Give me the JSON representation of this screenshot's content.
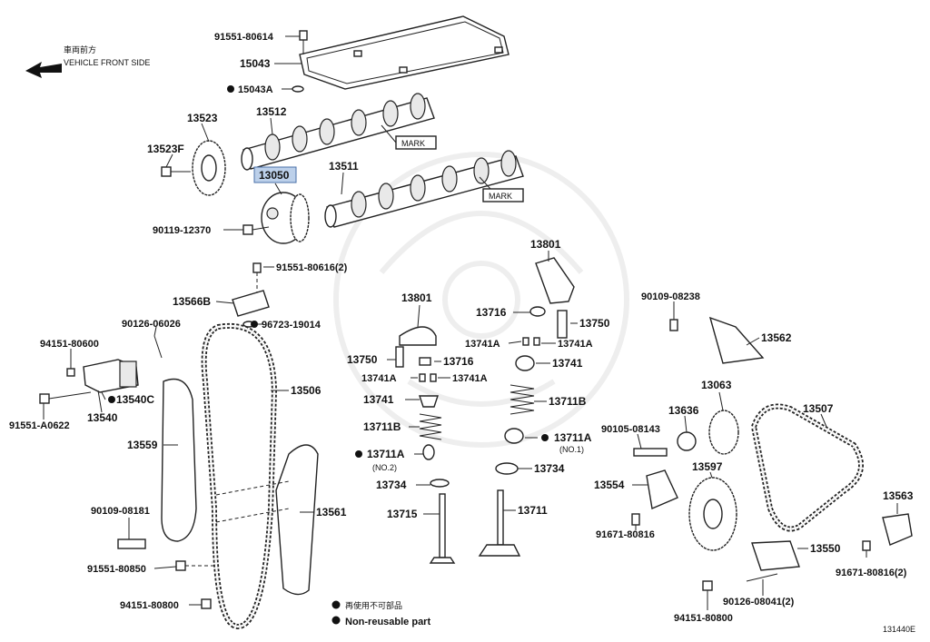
{
  "direction": {
    "label_jp": "車両前方",
    "label_en": "VEHICLE FRONT SIDE"
  },
  "parts": [
    {
      "id": "p91551-80614",
      "label": "91551-80614"
    },
    {
      "id": "p15043",
      "label": "15043"
    },
    {
      "id": "p15043A",
      "label": "15043A",
      "non_reusable": true
    },
    {
      "id": "p13523",
      "label": "13523"
    },
    {
      "id": "p13512",
      "label": "13512"
    },
    {
      "id": "p13523F",
      "label": "13523F"
    },
    {
      "id": "p13050",
      "label": "13050",
      "highlighted": true
    },
    {
      "id": "p13511",
      "label": "13511"
    },
    {
      "id": "p90119-12370",
      "label": "90119-12370"
    },
    {
      "id": "p91551-80616",
      "label": "91551-80616(2)"
    },
    {
      "id": "p13566B",
      "label": "13566B"
    },
    {
      "id": "p96723-19014",
      "label": "96723-19014",
      "non_reusable": true
    },
    {
      "id": "p90126-06026",
      "label": "90126-06026"
    },
    {
      "id": "p94151-80600",
      "label": "94151-80600"
    },
    {
      "id": "p13540C",
      "label": "13540C",
      "non_reusable": true
    },
    {
      "id": "p91551-A0622",
      "label": "91551-A0622"
    },
    {
      "id": "p13540",
      "label": "13540"
    },
    {
      "id": "p13506",
      "label": "13506"
    },
    {
      "id": "p13559",
      "label": "13559"
    },
    {
      "id": "p90109-08181",
      "label": "90109-08181"
    },
    {
      "id": "p13561",
      "label": "13561"
    },
    {
      "id": "p91551-80850",
      "label": "91551-80850"
    },
    {
      "id": "p94151-80800a",
      "label": "94151-80800"
    },
    {
      "id": "p13801a",
      "label": "13801"
    },
    {
      "id": "p13801b",
      "label": "13801"
    },
    {
      "id": "p13716a",
      "label": "13716"
    },
    {
      "id": "p13750a",
      "label": "13750"
    },
    {
      "id": "p13741A-a",
      "label": "13741A"
    },
    {
      "id": "p13741A-b",
      "label": "13741A"
    },
    {
      "id": "p13741a",
      "label": "13741"
    },
    {
      "id": "p13750b",
      "label": "13750"
    },
    {
      "id": "p13716b",
      "label": "13716"
    },
    {
      "id": "p13741A-c",
      "label": "13741A"
    },
    {
      "id": "p13741A-d",
      "label": "13741A"
    },
    {
      "id": "p13741b",
      "label": "13741"
    },
    {
      "id": "p13711Ba",
      "label": "13711B"
    },
    {
      "id": "p13711Bb",
      "label": "13711B"
    },
    {
      "id": "p13711A-1",
      "label": "13711A",
      "sub": "(NO.1)",
      "non_reusable": true
    },
    {
      "id": "p13711A-2",
      "label": "13711A",
      "sub": "(NO.2)",
      "non_reusable": true
    },
    {
      "id": "p13734a",
      "label": "13734"
    },
    {
      "id": "p13734b",
      "label": "13734"
    },
    {
      "id": "p13715",
      "label": "13715"
    },
    {
      "id": "p13711",
      "label": "13711"
    },
    {
      "id": "p90109-08238",
      "label": "90109-08238"
    },
    {
      "id": "p13562",
      "label": "13562"
    },
    {
      "id": "p13063",
      "label": "13063"
    },
    {
      "id": "p13636",
      "label": "13636"
    },
    {
      "id": "p13507",
      "label": "13507"
    },
    {
      "id": "p90105-08143",
      "label": "90105-08143"
    },
    {
      "id": "p13597",
      "label": "13597"
    },
    {
      "id": "p13554",
      "label": "13554"
    },
    {
      "id": "p91671-80816a",
      "label": "91671-80816"
    },
    {
      "id": "p13563",
      "label": "13563"
    },
    {
      "id": "p13550",
      "label": "13550"
    },
    {
      "id": "p91671-80816b",
      "label": "91671-80816(2)"
    },
    {
      "id": "p90126-08041",
      "label": "90126-08041(2)"
    },
    {
      "id": "p94151-80800b",
      "label": "94151-80800"
    }
  ],
  "marks": {
    "cam1": "MARK",
    "cam2": "MARK"
  },
  "legend": {
    "jp": "再使用不可部品",
    "en": "Non-reusable part"
  },
  "diagram_id": "131440E"
}
